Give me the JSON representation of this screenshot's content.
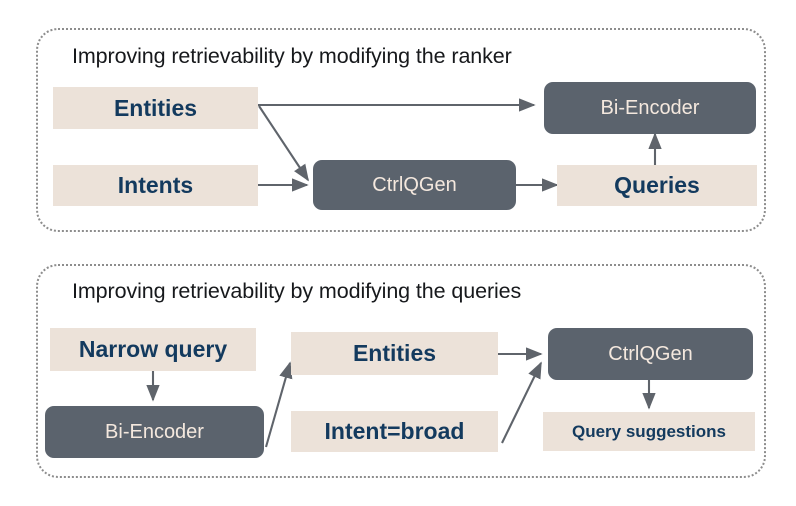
{
  "figure": {
    "background_color": "#ffffff",
    "palette": {
      "light_node_bg": "#ece2d9",
      "light_node_text": "#133a5e",
      "dark_node_bg": "#5b636d",
      "dark_node_text": "#f4e8de",
      "panel_border": "#8d8d8d",
      "arrow": "#5f646b",
      "title_text": "#17191c"
    }
  },
  "panels": [
    {
      "id": "top",
      "title": "Improving retrievability by modifying the ranker",
      "nodes": [
        {
          "id": "entities",
          "label": "Entities",
          "style": "light"
        },
        {
          "id": "intents",
          "label": "Intents",
          "style": "light"
        },
        {
          "id": "ctrlqgen",
          "label": "CtrlQGen",
          "style": "dark"
        },
        {
          "id": "bi_encoder",
          "label": "Bi-Encoder",
          "style": "dark"
        },
        {
          "id": "queries",
          "label": "Queries",
          "style": "light"
        }
      ],
      "edges": [
        {
          "from": "entities",
          "to": "bi_encoder"
        },
        {
          "from": "entities",
          "to": "ctrlqgen"
        },
        {
          "from": "intents",
          "to": "ctrlqgen"
        },
        {
          "from": "ctrlqgen",
          "to": "queries"
        },
        {
          "from": "queries",
          "to": "bi_encoder"
        }
      ]
    },
    {
      "id": "bottom",
      "title": "Improving retrievability by modifying the queries",
      "nodes": [
        {
          "id": "narrow_query",
          "label": "Narrow query",
          "style": "light"
        },
        {
          "id": "bi_encoder2",
          "label": "Bi-Encoder",
          "style": "dark"
        },
        {
          "id": "entities2",
          "label": "Entities",
          "style": "light"
        },
        {
          "id": "intent_broad",
          "label": "Intent=broad",
          "style": "light"
        },
        {
          "id": "ctrlqgen2",
          "label": "CtrlQGen",
          "style": "dark"
        },
        {
          "id": "query_suggestions",
          "label": "Query suggestions",
          "style": "light"
        }
      ],
      "edges": [
        {
          "from": "narrow_query",
          "to": "bi_encoder2"
        },
        {
          "from": "bi_encoder2",
          "to": "entities2"
        },
        {
          "from": "entities2",
          "to": "ctrlqgen2"
        },
        {
          "from": "intent_broad",
          "to": "ctrlqgen2"
        },
        {
          "from": "ctrlqgen2",
          "to": "query_suggestions"
        }
      ]
    }
  ]
}
